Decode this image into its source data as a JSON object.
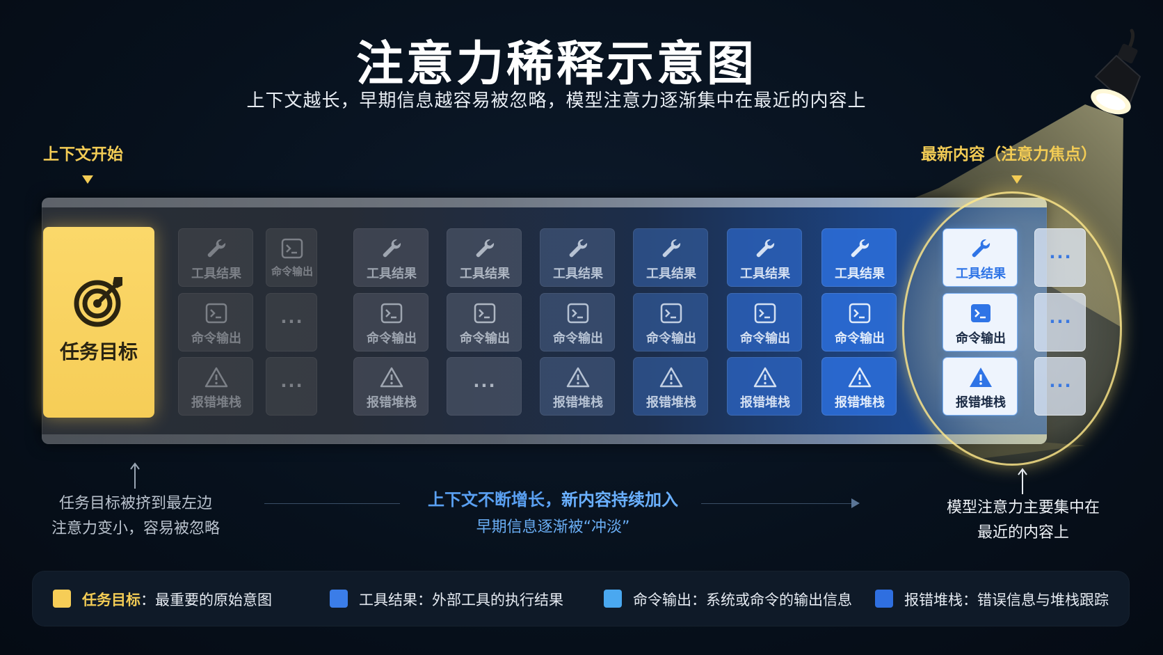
{
  "title": "注意力稀释示意图",
  "subtitle": "上下文越长，早期信息越容易被忽略，模型注意力逐渐集中在最近的内容上",
  "labels": {
    "start": "上下文开始",
    "focus": "最新内容（注意力焦点）"
  },
  "goal": {
    "label": "任务目标",
    "icon": "target-arrow-icon"
  },
  "blocks": {
    "tool": "工具结果",
    "cmd": "命令输出",
    "err": "报错堆栈",
    "more": "···",
    "icons": {
      "tool": "wrench-icon",
      "cmd": "terminal-icon",
      "err": "warning-icon"
    }
  },
  "annotations": {
    "left_line1": "任务目标被挤到最左边",
    "left_line2": "注意力变小，容易被忽略",
    "center_line1a": "上下文不断增长，",
    "center_line1b": "新内容持续加入",
    "center_line2": "早期信息逐渐被“冲淡”",
    "right_line1": "模型注意力主要集中在",
    "right_line2": "最近的内容上"
  },
  "legend": [
    {
      "key": "任务目标",
      "desc": "：最重要的原始意图",
      "color": "#f6cd57"
    },
    {
      "key": "工具结果",
      "desc": "：外部工具的执行结果",
      "color": "#3b7de8"
    },
    {
      "key": "命令输出",
      "desc": "：系统或命令的输出信息",
      "color": "#4aa8f0"
    },
    {
      "key": "报错堆栈",
      "desc": "：错误信息与堆栈跟踪",
      "color": "#2f6fe0"
    }
  ],
  "colors": {
    "accent_yellow": "#f3cc55",
    "accent_blue": "#5aa0f2",
    "background": "#07111d"
  }
}
